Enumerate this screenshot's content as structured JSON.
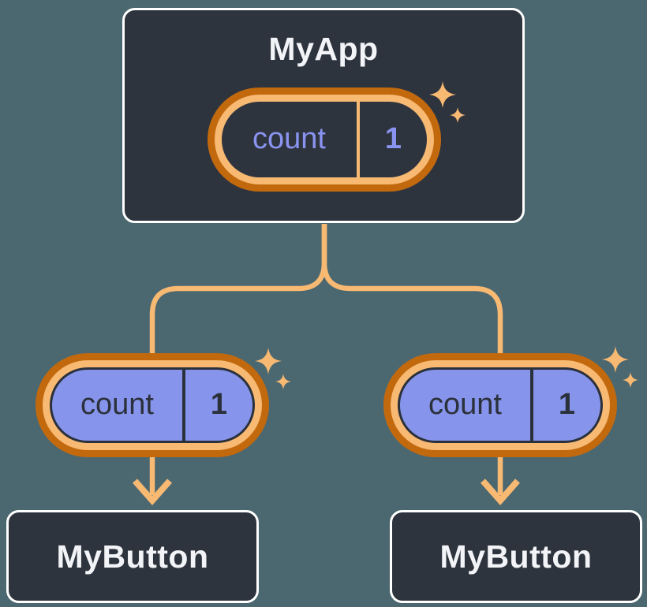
{
  "theme": {
    "background": "#4B6770",
    "card_bg": "#2E343E",
    "card_border": "#FFFFFF",
    "card_text": "#F2F4F7",
    "amber": "#F8B973",
    "orange": "#C2690E",
    "purple_fill": "#8794EB",
    "purple_text": "#8A94F0",
    "dark": "#2B313B"
  },
  "diagram": {
    "root": {
      "title": "MyApp",
      "state": {
        "name": "count",
        "value": "1"
      }
    },
    "children": [
      {
        "title": "MyButton",
        "state": {
          "name": "count",
          "value": "1"
        }
      },
      {
        "title": "MyButton",
        "state": {
          "name": "count",
          "value": "1"
        }
      }
    ],
    "icons": {
      "sparkle": "four-point-sparkle-icon",
      "arrow": "arrow-down-icon"
    }
  }
}
